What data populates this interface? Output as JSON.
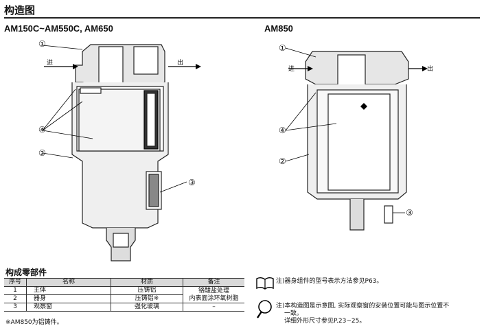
{
  "header": {
    "title": "构造图"
  },
  "figures": {
    "left": {
      "subtitle": "AM150C~AM550C, AM650",
      "in_label": "进",
      "out_label": "出",
      "callouts": [
        "①",
        "②",
        "③",
        "④"
      ]
    },
    "right": {
      "subtitle": "AM850",
      "in_label": "进",
      "out_label": "出",
      "callouts": [
        "①",
        "②",
        "③",
        "④"
      ]
    }
  },
  "parts": {
    "heading": "构成零部件",
    "columns": [
      "序号",
      "名称",
      "材质",
      "备注"
    ],
    "rows": [
      {
        "no": "1",
        "name": "主体",
        "material": "压铸铝"
      },
      {
        "no": "2",
        "name": "器身",
        "material": "压铸铝※"
      },
      {
        "no": "3",
        "name": "观察窗",
        "material": "强化玻璃",
        "remark": "–"
      }
    ],
    "remark_merged_1": "铬酸盐处理",
    "remark_merged_2": "内表面涂环氧树脂",
    "footnote": "※AM850为铝铸件。"
  },
  "notes": {
    "note1": "注)器身组件的型号表示方法参见P63。",
    "note2": "注)本构造图是示意图, 实际观察窗的安装位置可能与图示位置不",
    "note2_cont": "一致。",
    "note3": "详细外形尺寸参见P.23~25。"
  },
  "icons": {
    "book": "book-icon",
    "search": "magnifier-icon"
  }
}
